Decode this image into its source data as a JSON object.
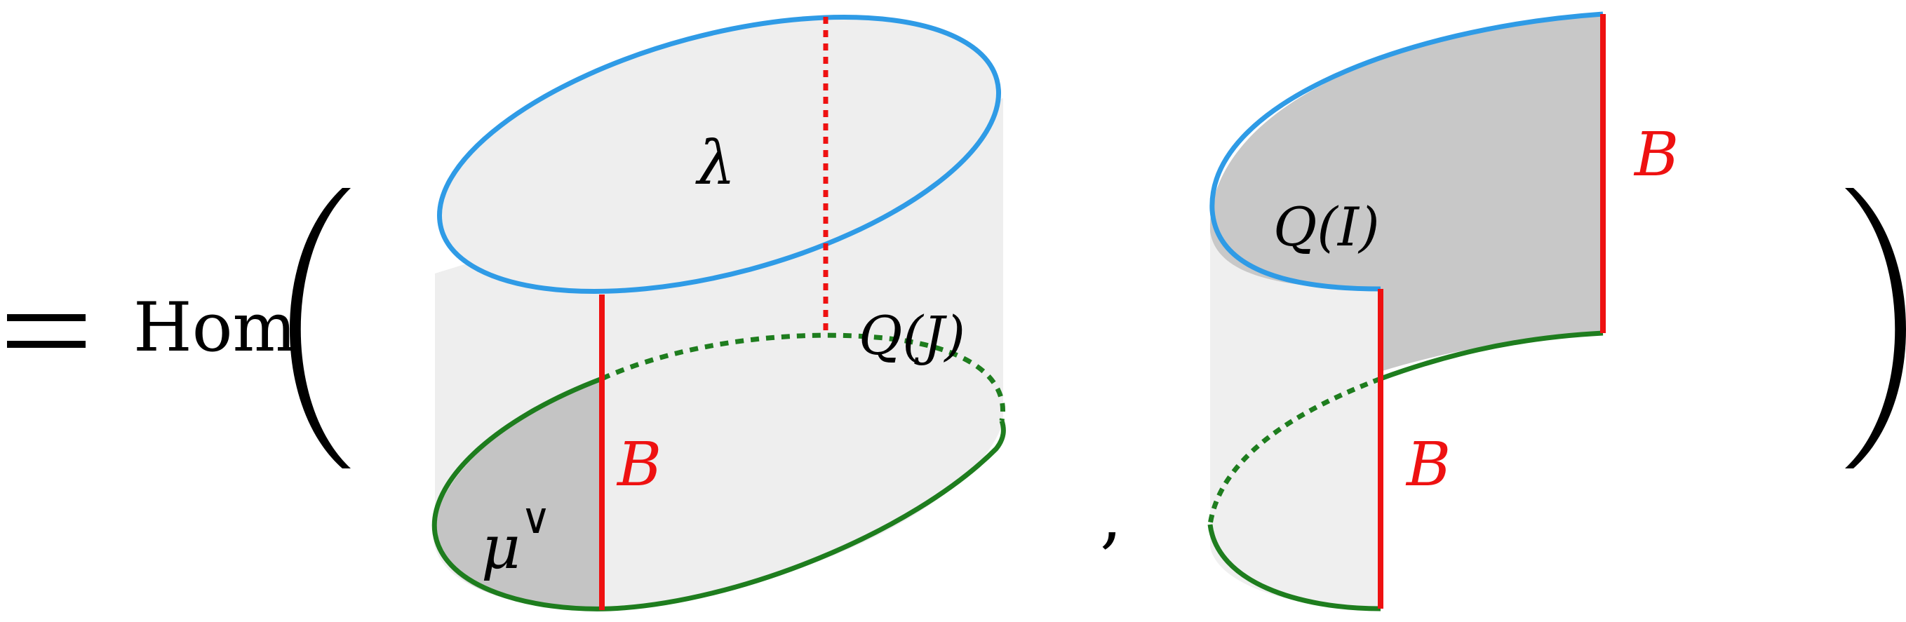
{
  "equation": {
    "equals": "=",
    "operator": "Hom",
    "left_paren": "(",
    "right_paren": ")",
    "comma": ","
  },
  "left_figure": {
    "top_label": "λ",
    "bottom_label": "μ",
    "bottom_label_superscript": "∨",
    "boundary_label": "B",
    "side_label": "Q(J)"
  },
  "right_figure": {
    "top_boundary_label": "B",
    "bottom_boundary_label": "B",
    "side_label": "Q(I)"
  },
  "colors": {
    "top_circle": "#2f9be6",
    "bottom_circle": "#1e7d1e",
    "boundary_line": "#ee1111",
    "text": "#000000",
    "surface_light": "#eeeeee",
    "surface_dark": "#c8c8c8"
  }
}
